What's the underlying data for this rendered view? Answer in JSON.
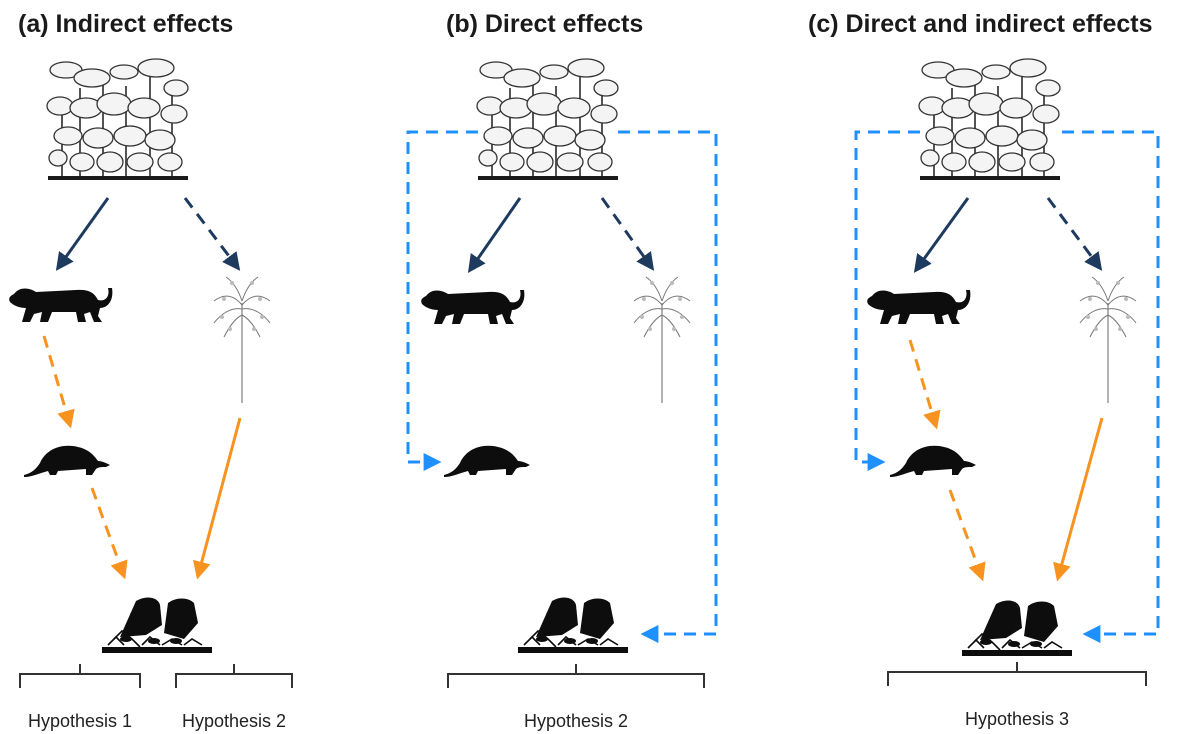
{
  "panels": [
    {
      "title": "(a) Indirect effects",
      "hypotheses": [
        "Hypothesis 1",
        "Hypothesis 2"
      ]
    },
    {
      "title": "(b) Direct effects",
      "hypotheses": [
        "Hypothesis 2"
      ]
    },
    {
      "title": "(c) Direct and indirect effects",
      "hypotheses": [
        "Hypothesis 3"
      ]
    }
  ],
  "nodes": [
    "forest-canopy",
    "jaguar",
    "palm-tree",
    "armadillo",
    "leaf-cutter-ants"
  ],
  "colors": {
    "forest_to_node": "#1f3a5f",
    "orange_path": "#f7931e",
    "direct_path": "#1e90ff",
    "ink": "#1a1a1a"
  },
  "icons": [
    "forest-icon",
    "jaguar-icon",
    "palm-icon",
    "armadillo-icon",
    "leaf-cutter-ant-icon"
  ]
}
